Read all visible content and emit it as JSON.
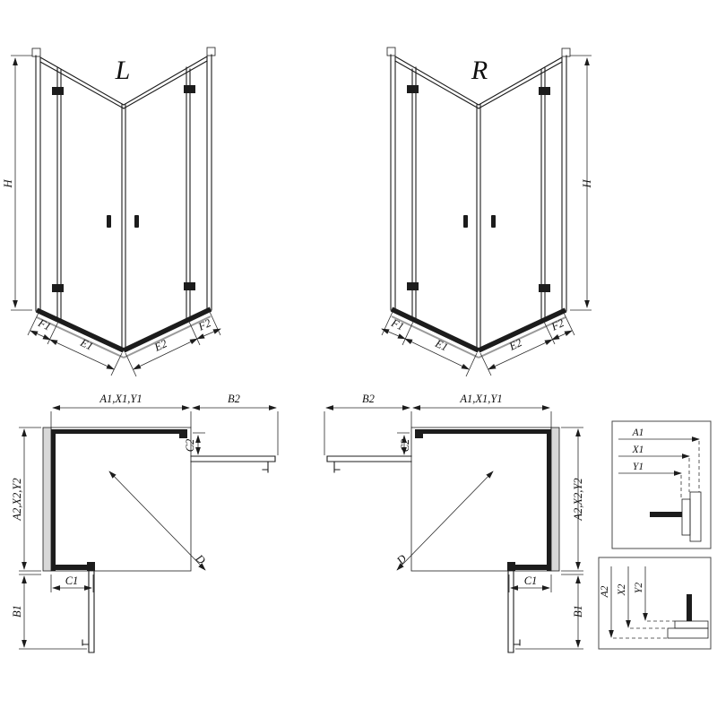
{
  "colors": {
    "line": "#1c1c1c",
    "wall_gray": "#d8d8d8",
    "tray_gray": "#9a9a9a",
    "background": "#ffffff"
  },
  "view3d_left": {
    "label": "L",
    "height": "H",
    "dims": {
      "f1": "F1",
      "e1": "E1",
      "e2": "E2",
      "f2": "F2"
    }
  },
  "view3d_right": {
    "label": "R",
    "height": "H",
    "dims": {
      "f2": "F2",
      "e2": "E2",
      "e1": "E1",
      "f1": "F1"
    }
  },
  "plan_left": {
    "top": "A1,X1,Y1",
    "b2": "B2",
    "c2": "C2",
    "side": "A2,X2,Y2",
    "c1": "C1",
    "b1": "B1",
    "d": "D"
  },
  "plan_right": {
    "b2": "B2",
    "top": "A1,X1,Y1",
    "c2": "C2",
    "side": "A2,X2,Y2",
    "c1": "C1",
    "b1": "B1",
    "d": "D"
  },
  "detail_top": {
    "a1": "A1",
    "x1": "X1",
    "y1": "Y1"
  },
  "detail_bottom": {
    "a2": "A2",
    "x2": "X2",
    "y2": "Y2"
  }
}
